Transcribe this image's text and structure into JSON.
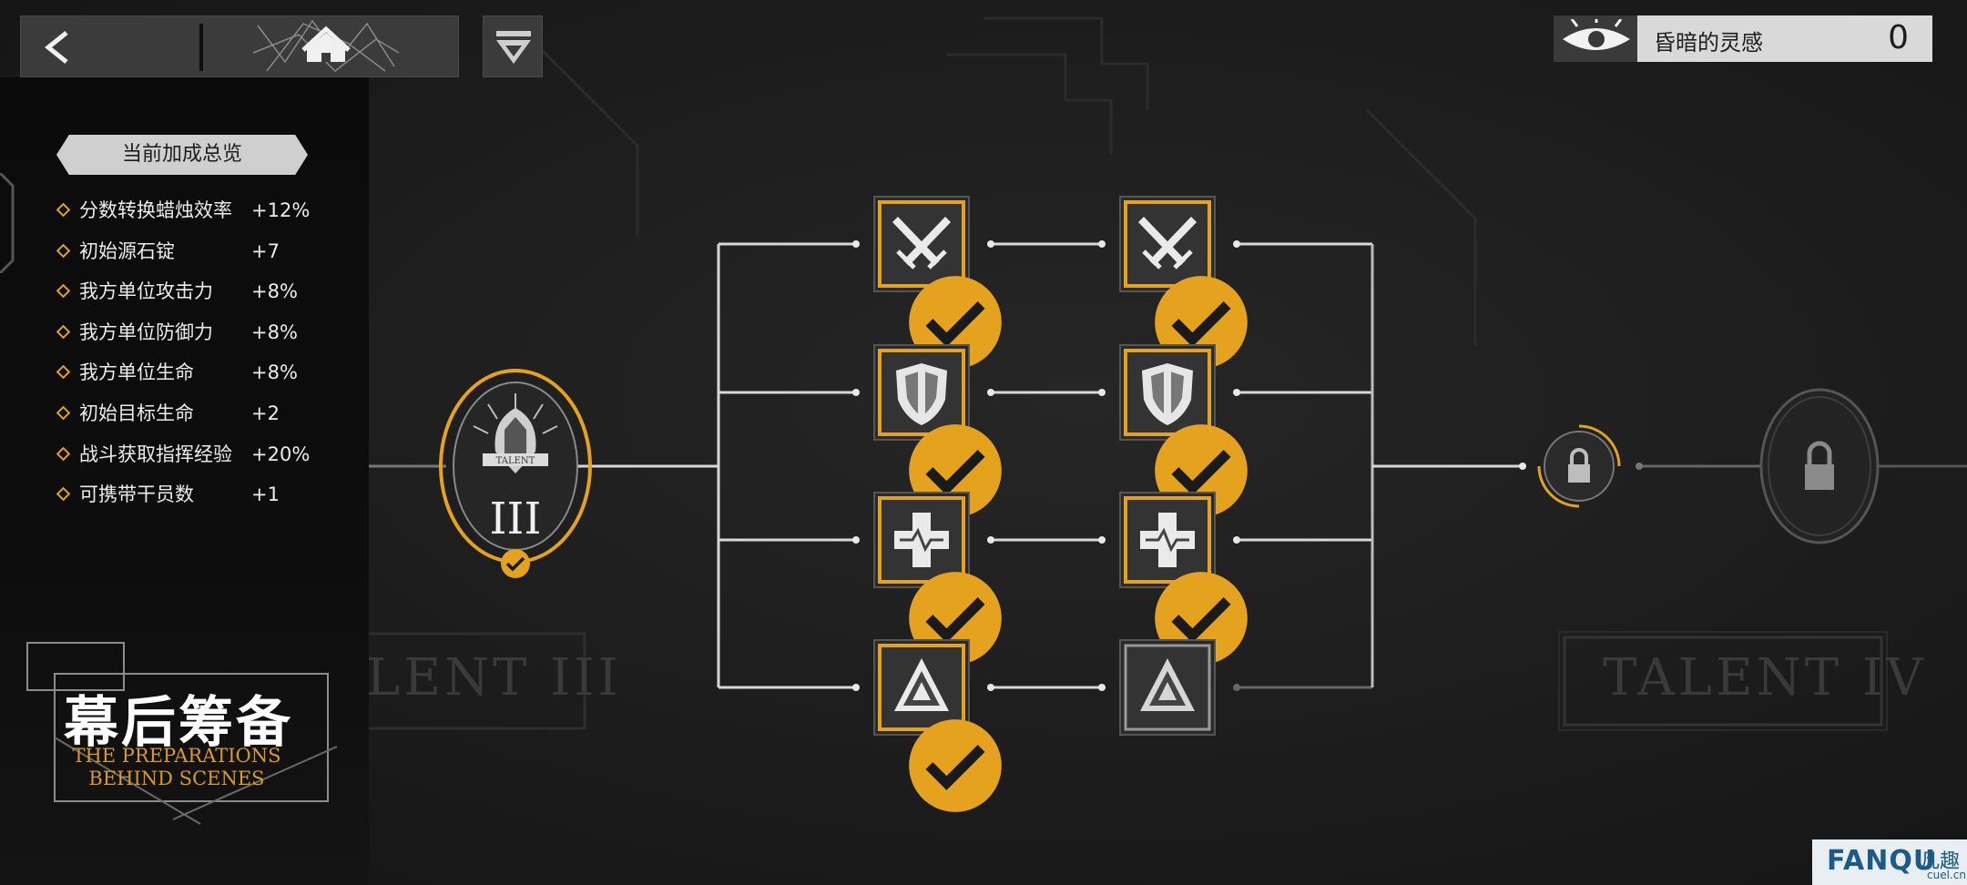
{
  "resource": {
    "name": "昏暗的灵感",
    "count": "0",
    "icon": "eye-icon"
  },
  "overview": {
    "title": "当前加成总览",
    "items": [
      {
        "label": "分数转换蜡烛效率",
        "value": "+12%"
      },
      {
        "label": "初始源石锭",
        "value": "+7"
      },
      {
        "label": "我方单位攻击力",
        "value": "+8%"
      },
      {
        "label": "我方单位防御力",
        "value": "+8%"
      },
      {
        "label": "我方单位生命",
        "value": "+8%"
      },
      {
        "label": "初始目标生命",
        "value": "+2"
      },
      {
        "label": "战斗获取指挥经验",
        "value": "+20%"
      },
      {
        "label": "可携带干员数",
        "value": "+1"
      }
    ]
  },
  "banner": {
    "title_cn": "幕后筹备",
    "title_en_1": "THE PREPARATIONS",
    "title_en_2": "BEHIND SCENES"
  },
  "talent": {
    "current_numeral": "III",
    "current_emblem_text": "TALENT",
    "ghost_left": "LENT III",
    "ghost_right": "TALENT IV"
  },
  "nodes": [
    {
      "id": "attack-1",
      "icon": "crossed-swords-icon",
      "unlocked": true
    },
    {
      "id": "attack-2",
      "icon": "crossed-swords-icon",
      "unlocked": true
    },
    {
      "id": "defense-1",
      "icon": "shield-icon",
      "unlocked": true
    },
    {
      "id": "defense-2",
      "icon": "shield-icon",
      "unlocked": true
    },
    {
      "id": "health-1",
      "icon": "medical-cross-icon",
      "unlocked": true
    },
    {
      "id": "health-2",
      "icon": "medical-cross-icon",
      "unlocked": true
    },
    {
      "id": "target-1",
      "icon": "triangle-icon",
      "unlocked": true
    },
    {
      "id": "target-2",
      "icon": "triangle-icon",
      "unlocked": false
    }
  ],
  "watermark": {
    "brand": "FANQU",
    "cn": "凡趣",
    "url": "cuel.cn"
  },
  "colors": {
    "accent": "#e4a21f",
    "panel": "#0c0c0c",
    "background": "#1b1b1b"
  }
}
